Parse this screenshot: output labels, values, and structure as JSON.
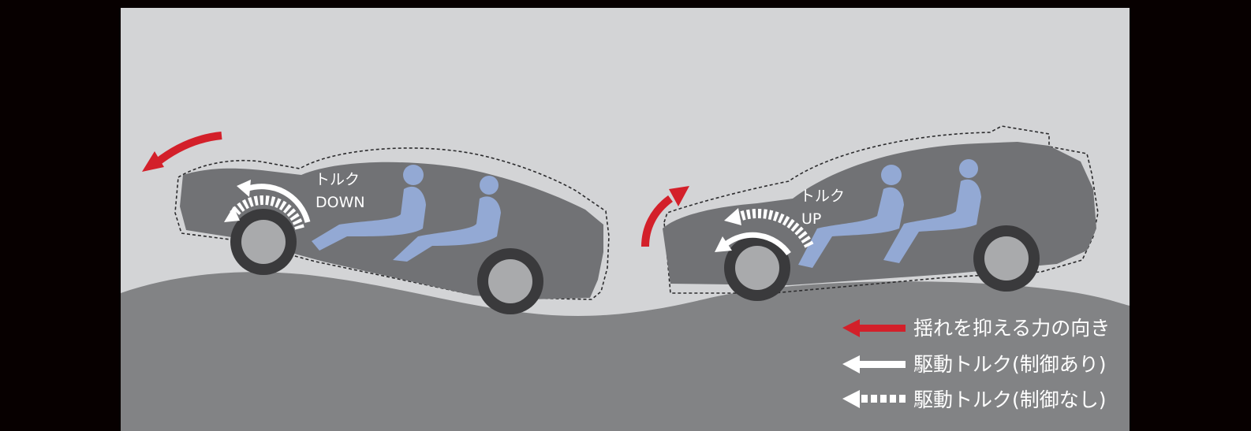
{
  "scene": {
    "left_car": {
      "torque_line1": "トルク",
      "torque_line2": "DOWN"
    },
    "right_car": {
      "torque_line1": "トルク",
      "torque_line2": "UP"
    }
  },
  "legend": {
    "items": [
      {
        "label": "揺れを抑える力の向き",
        "style": "red-arrow"
      },
      {
        "label": "駆動トルク(制御あり)",
        "style": "white-solid-arrow"
      },
      {
        "label": "駆動トルク(制御なし)",
        "style": "white-dashed-arrow"
      }
    ]
  },
  "colors": {
    "background_outer": "#070000",
    "sky": "#d3d4d6",
    "ground": "#828385",
    "car_body": "#717275",
    "passenger": "#93a9d4",
    "tire": "#3a3a3c",
    "wheel": "#a9aaac",
    "damping_arrow": "#d3202a",
    "torque_arrow": "#ffffff"
  }
}
